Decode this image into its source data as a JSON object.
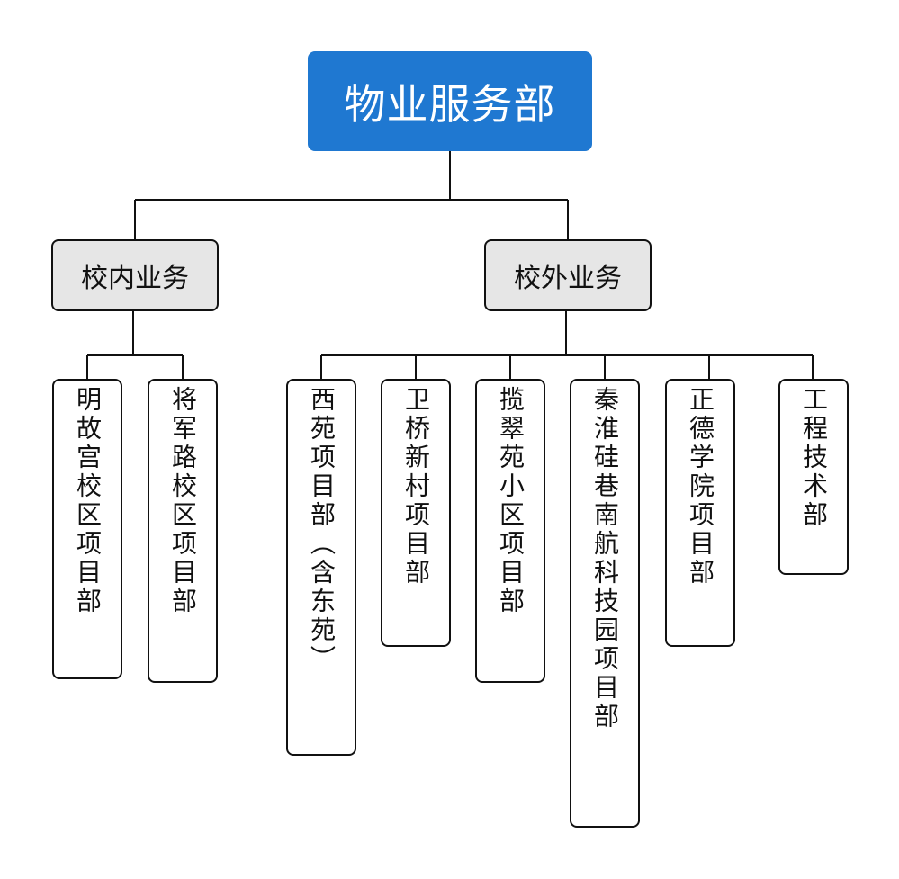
{
  "root": {
    "label": "物业服务部"
  },
  "branches": [
    {
      "label": "校内业务",
      "children": [
        "明故宫校区项目部",
        "将军路校区项目部"
      ]
    },
    {
      "label": "校外业务",
      "children": [
        "西苑项目部（含东苑）",
        "卫桥新村项目部",
        "揽翠苑小区项目部",
        "秦淮硅巷南航科技园项目部",
        "正德学院项目部",
        "工程技术部"
      ]
    }
  ],
  "colors": {
    "root_fill": "#1f78d1",
    "branch_fill": "#e6e6e6",
    "line": "#111111"
  }
}
